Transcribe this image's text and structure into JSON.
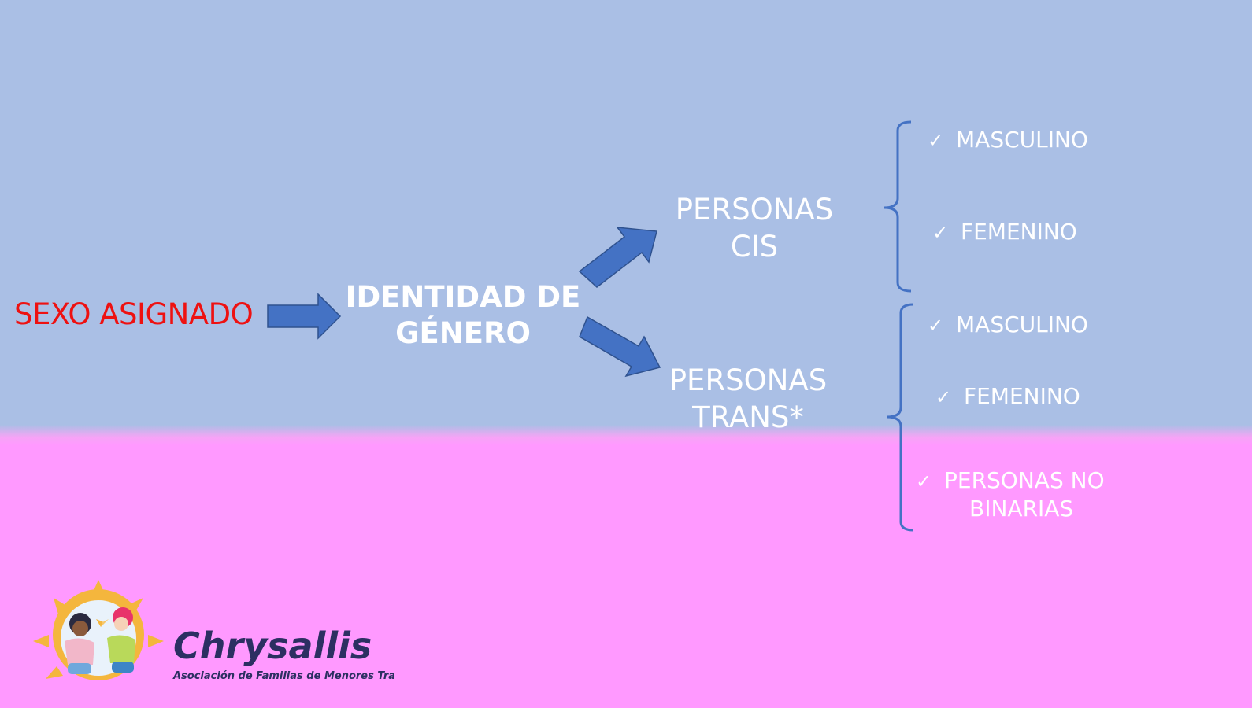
{
  "diagram": {
    "source": "SEXO ASIGNADO",
    "middle": {
      "line1": "IDENTIDAD DE",
      "line2": "GÉNERO"
    },
    "branches": [
      {
        "line1": "PERSONAS",
        "line2": "CIS",
        "items": [
          "MASCULINO",
          "FEMENINO"
        ]
      },
      {
        "line1": "PERSONAS",
        "line2": "TRANS*",
        "items": [
          "MASCULINO",
          "FEMENINO"
        ],
        "extra_item": {
          "line1": "PERSONAS NO",
          "line2": "BINARIAS"
        }
      }
    ],
    "check_glyph": "✓"
  },
  "colors": {
    "top_background": "#aabfe5",
    "bottom_background": "#ff99ff",
    "arrow": "#4472c4",
    "source_text": "#ee1111",
    "text": "#ffffff"
  },
  "logo": {
    "name": "Chrysallis",
    "tagline": "Asociación de Familias de Menores Trans*"
  }
}
